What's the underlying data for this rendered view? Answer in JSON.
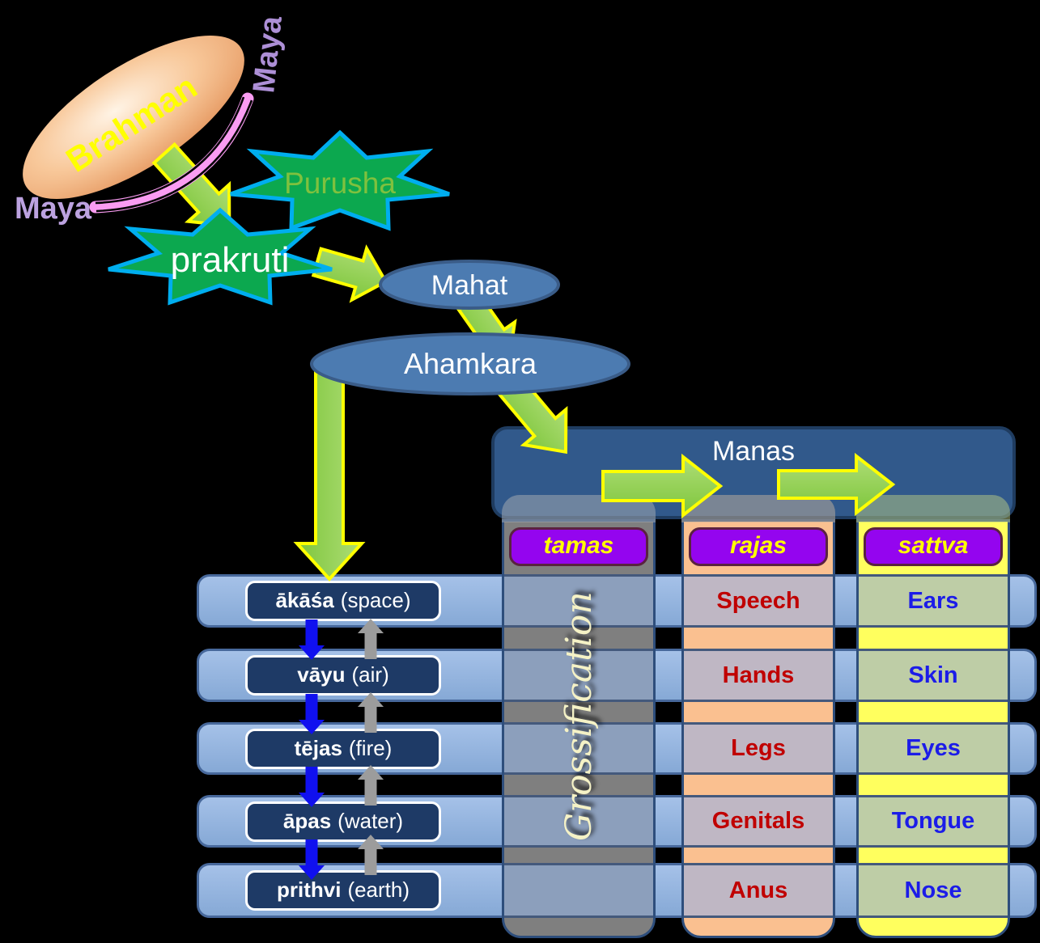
{
  "nodes": {
    "brahman": "Brahman",
    "maya_bottom": "Maya",
    "maya_top": "Maya",
    "purusha": "Purusha",
    "prakruti": "prakruti",
    "mahat": "Mahat",
    "ahamkara": "Ahamkara",
    "manas": "Manas"
  },
  "gunas": {
    "tamas": "tamas",
    "rajas": "rajas",
    "sattva": "sattva"
  },
  "grossification": "Grossification",
  "elements": [
    {
      "name": "ākāśa",
      "paren": "(space)"
    },
    {
      "name": "vāyu",
      "paren": "(air)"
    },
    {
      "name": "tējas",
      "paren": "(fire)"
    },
    {
      "name": "āpas",
      "paren": "(water)"
    },
    {
      "name": "prithvi",
      "paren": "(earth)"
    }
  ],
  "rajas_organs": [
    "Speech",
    "Hands",
    "Legs",
    "Genitals",
    "Anus"
  ],
  "sattva_organs": [
    "Ears",
    "Skin",
    "Eyes",
    "Tongue",
    "Nose"
  ],
  "colors": {
    "arrow_green": "#8CCE48",
    "arrow_outline": "#FFFF00",
    "row_blue": "#93B5DF",
    "element_navy": "#1E3A66",
    "tamas_gray": "#7F7F7F",
    "rajas_peach": "#FAC090",
    "sattva_yellow": "#FFFF5E",
    "guna_purple": "#9405EF",
    "rajas_text_red": "#C00000",
    "sattva_text_blue": "#1C1CE8",
    "star_green": "#0CA84F",
    "star_border": "#00AEEF",
    "ellipse_blue": "#4C7BB1",
    "manas_blue": "#31598B",
    "maya_pink": "#FA9CF2",
    "maya_purple": "#BCA2E0",
    "down_arrow_blue": "#1010EF",
    "up_arrow_gray": "#9C9C9C"
  }
}
